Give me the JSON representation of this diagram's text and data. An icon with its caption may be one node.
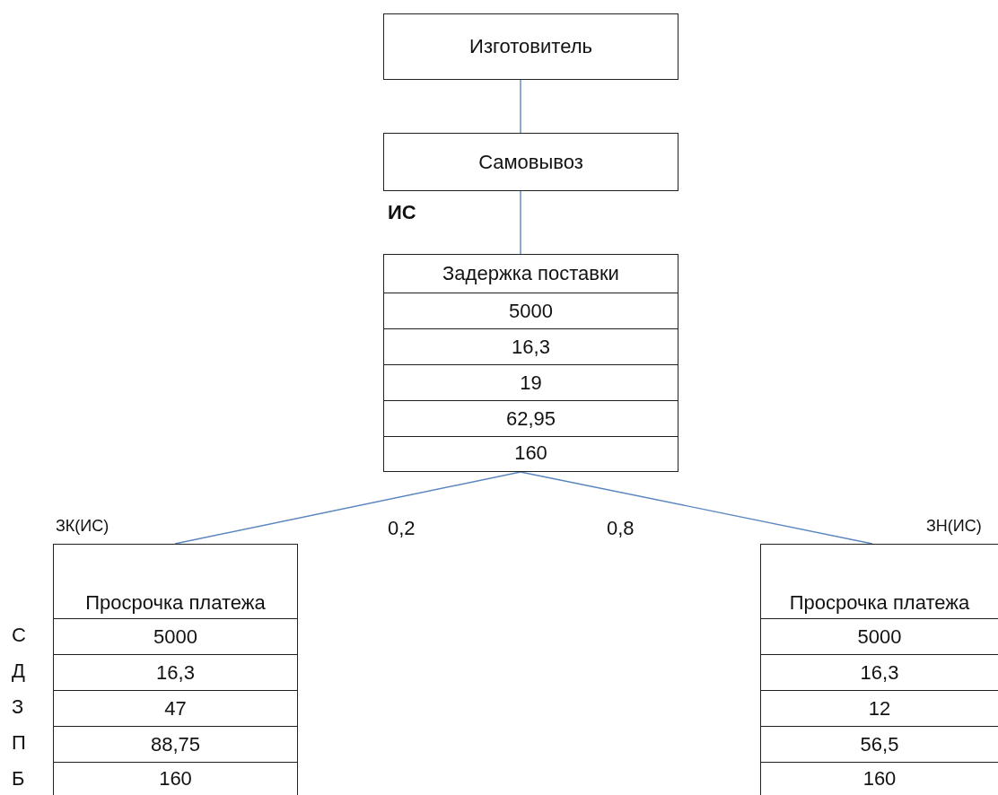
{
  "diagram": {
    "nodes": [
      {
        "text": [
          "Изготовитель"
        ]
      },
      {
        "text": [
          "Самовывоз"
        ]
      },
      {
        "text": [
          "Задержка поставки",
          "5000",
          "16,3",
          "19",
          "62,95",
          "160"
        ]
      },
      {
        "text": [
          "Просрочка платежа",
          "5000",
          "16,3",
          "47",
          "88,75",
          "160"
        ],
        "beside": [
          "ЗК(ИС)"
        ]
      },
      {
        "text": [
          "Просрочка платежа",
          "5000",
          "16,3",
          "12",
          "56,5",
          "160"
        ],
        "beside": [
          "ЗН(ИС)"
        ]
      }
    ],
    "edges": [
      {
        "from": 0,
        "to": 1,
        "arrow": "none"
      },
      {
        "from": 1,
        "to": 2,
        "arrow": "none"
      },
      {
        "from": 2,
        "to": 3,
        "arrow": "none",
        "label": "0,2"
      },
      {
        "from": 2,
        "to": 4,
        "arrow": "none",
        "label": "0,8"
      }
    ],
    "labels": [
      "ИС",
      "С",
      "Д",
      "З",
      "П",
      "Б"
    ]
  }
}
